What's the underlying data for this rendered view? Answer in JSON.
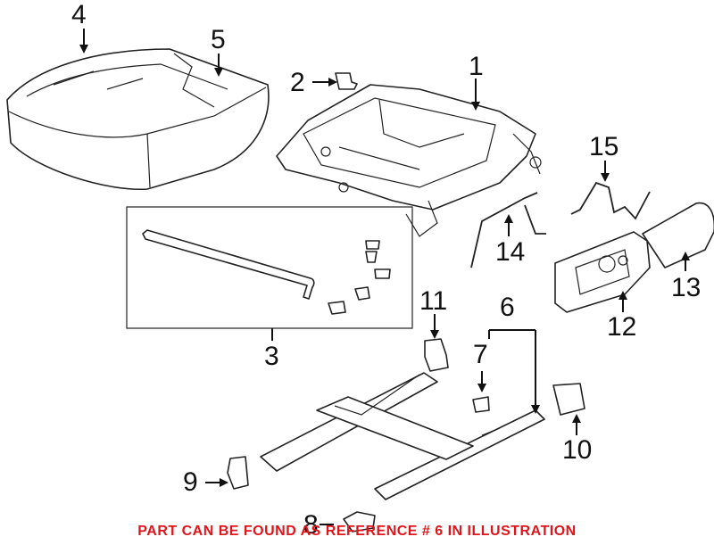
{
  "diagram": {
    "callouts": {
      "c1": "1",
      "c2": "2",
      "c3": "3",
      "c4": "4",
      "c5": "5",
      "c6": "6",
      "c7": "7",
      "c8": "8",
      "c9": "9",
      "c10": "10",
      "c11": "11",
      "c12": "12",
      "c13": "13",
      "c14": "14",
      "c15": "15"
    },
    "notice": "PART CAN BE FOUND AS REFERENCE # 6 IN ILLUSTRATION",
    "notice_color": "#e0151b"
  }
}
